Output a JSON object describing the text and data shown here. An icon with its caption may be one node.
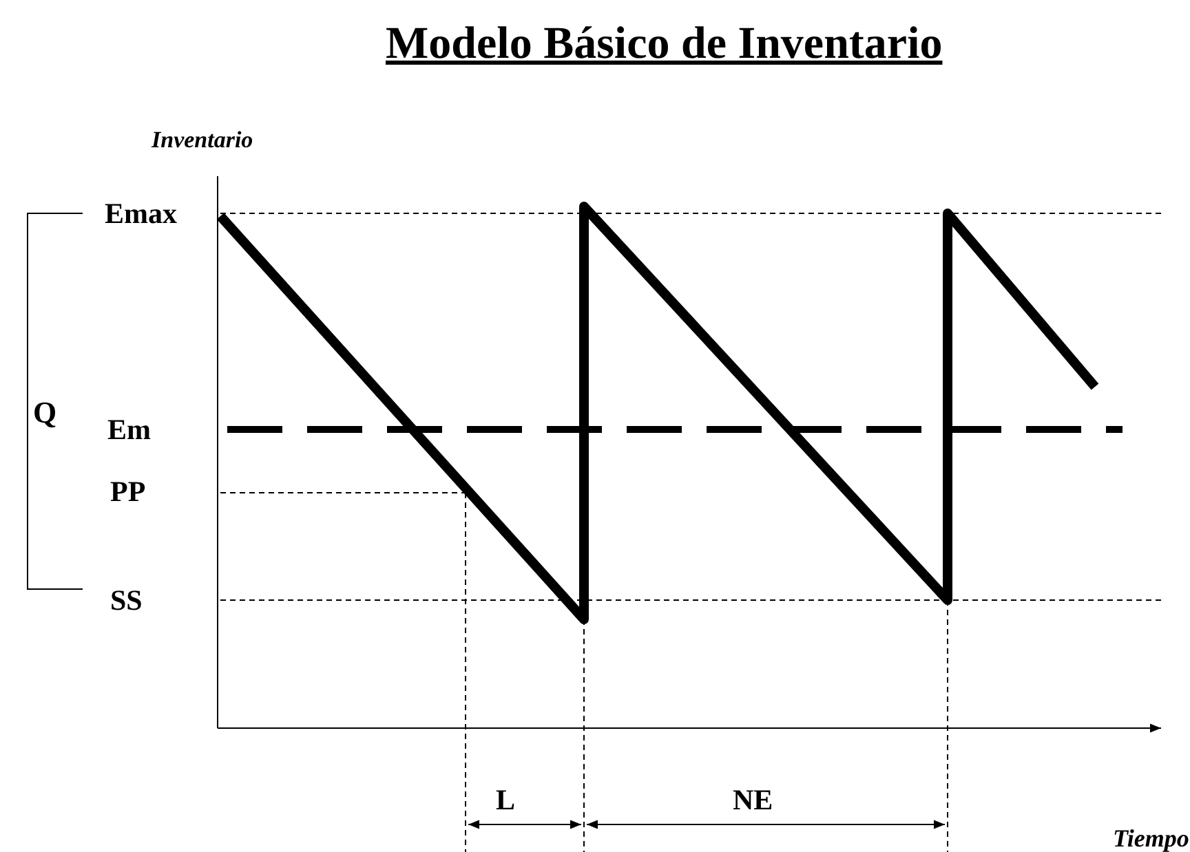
{
  "diagram": {
    "title": "Modelo Básico de Inventario",
    "labels": [
      "Inventario",
      "Emax",
      "Q",
      "Em",
      "PP",
      "SS",
      "L",
      "NE",
      "Tiempo"
    ]
  }
}
